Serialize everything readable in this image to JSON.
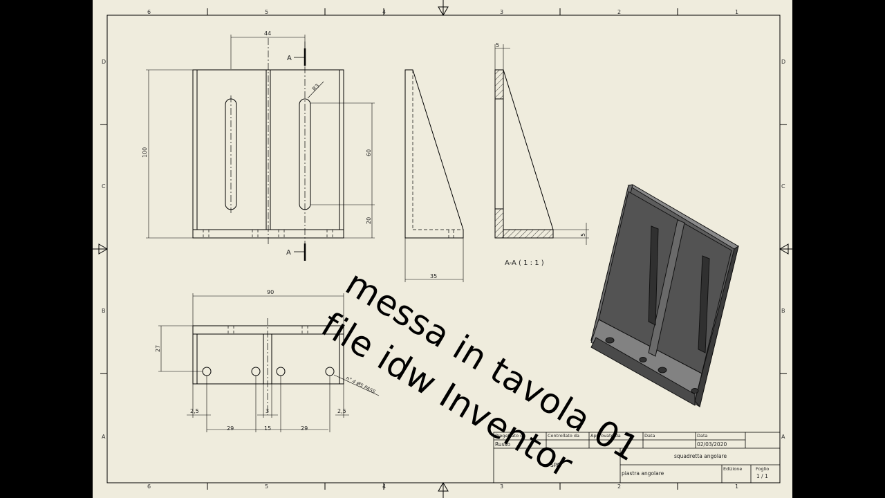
{
  "border": {
    "top_columns": [
      "6",
      "5",
      "4",
      "3",
      "2",
      "1"
    ],
    "bottom_columns": [
      "6",
      "5",
      "4",
      "3",
      "2",
      "1"
    ],
    "side_rows": [
      "D",
      "C",
      "B",
      "A"
    ]
  },
  "dims": {
    "top_width": "44",
    "height_total": "100",
    "slot_length": "60",
    "slot_offset": "20",
    "slot_radius": "R3",
    "side_depth": "35",
    "wall_thickness": "5",
    "base_thickness": "5",
    "bottom_width": "90",
    "bottom_depth": "27",
    "edge_left": "2,5",
    "edge_right": "2,5",
    "hole_gap_left": "29",
    "center_gap": "15",
    "hole_gap_right": "29",
    "mid_thickness": "3",
    "hole_note": "n° 4 Ø5 PASS."
  },
  "section": {
    "marker_top": "A",
    "marker_bottom": "A",
    "title": "A-A ( 1 : 1 )"
  },
  "title_block": {
    "designed_by_label": "Progettato da",
    "checked_by_label": "Controllato da",
    "approved_by_label": "Approvato da",
    "date_label_1": "Data",
    "date_label_2": "Data",
    "designer": "Russo",
    "date": "02/03/2020",
    "company": "SPA",
    "title": "squadretta angolare",
    "subtitle": "piastra angolare",
    "edition_label": "Edizione",
    "sheet_label": "Foglio",
    "sheet_value": "1 / 1"
  },
  "overlay": {
    "line1": "messa in tavola 01",
    "line2": "file idw Inventor"
  },
  "colors": {
    "paper": "#efecdd",
    "ink": "#000000",
    "model_dark": "#3b3b3b",
    "model_mid": "#5d5d5d",
    "model_light": "#8a8a8a"
  }
}
